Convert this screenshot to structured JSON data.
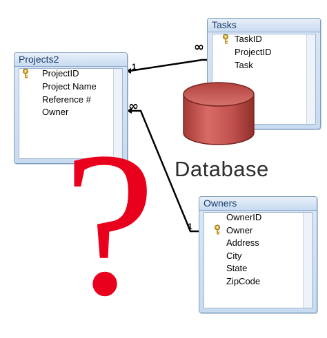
{
  "tables": {
    "projects": {
      "title": "Projects2",
      "fields": [
        "ProjectID",
        "Project Name",
        "Reference #",
        "Owner"
      ]
    },
    "tasks": {
      "title": "Tasks",
      "fields": [
        "TaskID",
        "ProjectID",
        "Task"
      ]
    },
    "owners": {
      "title": "Owners",
      "fields": [
        "OwnerID",
        "Owner",
        "Address",
        "City",
        "State",
        "ZipCode"
      ]
    }
  },
  "relationships": {
    "tasks_projects": {
      "one_label": "1",
      "many_label": "∞"
    },
    "owners_projects": {
      "one_label": "1",
      "many_label": "∞"
    }
  },
  "database": {
    "label": "Database",
    "cylinder_color": "#c0504d"
  },
  "decoration": {
    "question_mark": "?",
    "question_color": "#e8001c"
  },
  "icons": {
    "key": "key-icon",
    "cylinder": "database-cylinder-icon"
  }
}
